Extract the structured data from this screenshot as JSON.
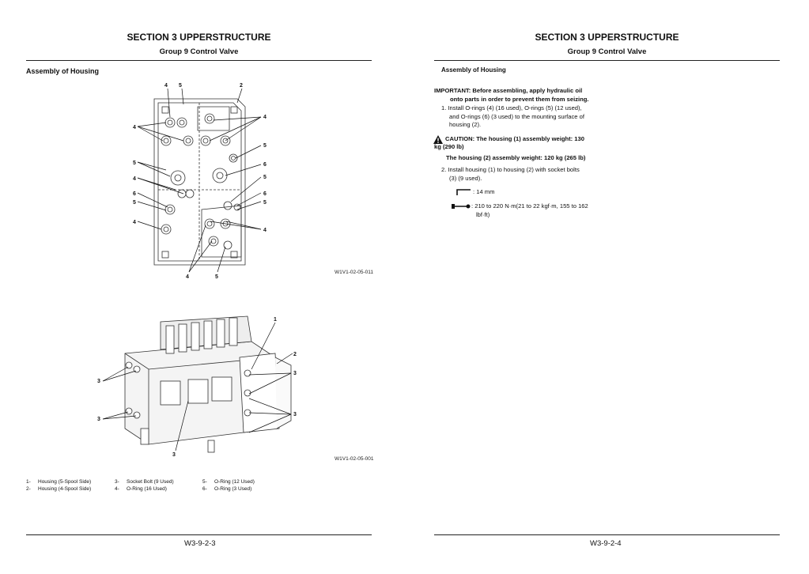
{
  "left_page": {
    "section_title": "SECTION 3 UPPERSTRUCTURE",
    "group_title": "Group 9 Control Valve",
    "heading": "Assembly of Housing",
    "figure1": {
      "id": "W1V1-02-05-011",
      "callouts": [
        "4",
        "5",
        "2",
        "4",
        "4",
        "5",
        "5",
        "6",
        "4",
        "5",
        "6",
        "6",
        "5",
        "5",
        "4",
        "4",
        "4",
        "5"
      ]
    },
    "figure2": {
      "id": "W1V1-02-05-001",
      "callouts": [
        "1",
        "2",
        "3",
        "3",
        "3",
        "3",
        "3"
      ]
    },
    "legend": [
      {
        "num": "1-",
        "text": "Housing (5-Spool Side)"
      },
      {
        "num": "2-",
        "text": "Housing (4-Spool Side)"
      },
      {
        "num": "3-",
        "text": "Socket Bolt (9 Used)"
      },
      {
        "num": "4-",
        "text": "O-Ring (16 Used)"
      },
      {
        "num": "5-",
        "text": "O-Ring (12 Used)"
      },
      {
        "num": "6-",
        "text": "O-Ring (3 Used)"
      }
    ],
    "footer": "W3-9-2-3"
  },
  "right_page": {
    "section_title": "SECTION 3 UPPERSTRUCTURE",
    "group_title": "Group 9 Control Valve",
    "heading": "Assembly of Housing",
    "important_line1": "IMPORTANT:    Before assembling, apply hydraulic oil",
    "important_line2": "onto parts in order to prevent them from seizing.",
    "step1_line1": "1.  Install O-rings (4) (16 used), O-rings (5) (12 used),",
    "step1_line2": "and O-rings (6) (3 used) to the mounting surface of",
    "step1_line3": "housing (2).",
    "caution_line1": "CAUTION:    The housing (1) assembly weight: 130",
    "caution_line2": "kg (290 lb)",
    "caution_line3": "The housing (2) assembly weight: 120 kg (265 lb)",
    "step2_line1": "2.  Install housing (1) to housing (2) with socket bolts",
    "step2_line2": "(3) (9 used).",
    "wrench_spec": ": 14 mm",
    "torque_spec_line1": ": 210 to 220 N·m(21 to 22 kgf·m, 155 to 162",
    "torque_spec_line2": "lbf·ft)",
    "footer": "W3-9-2-4"
  }
}
